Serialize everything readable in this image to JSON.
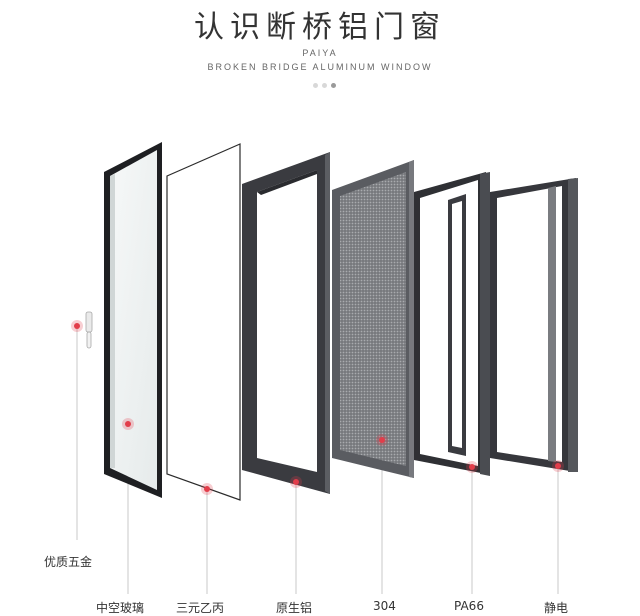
{
  "header": {
    "title": "认识断桥铝门窗",
    "brand": "PAIYA",
    "subtitle": "BROKEN BRIDGE ALUMINUM WINDOW"
  },
  "pager": {
    "dots": 3,
    "active_index": 2
  },
  "colors": {
    "frame_dark": "#2e2f33",
    "frame_gray": "#55575c",
    "glass": "#eef2f2",
    "marker": "#e23d4a",
    "leader": "#c8c8c8",
    "text": "#333333"
  },
  "labels": {
    "hardware": "优质五金",
    "glass": "中空玻璃",
    "epdm": "三元乙丙",
    "aluminum": "原生铝",
    "mesh": "304",
    "strip": "PA66",
    "spraying": "静电"
  },
  "icons": [
    "handle-icon",
    "marker-dot-icon"
  ]
}
